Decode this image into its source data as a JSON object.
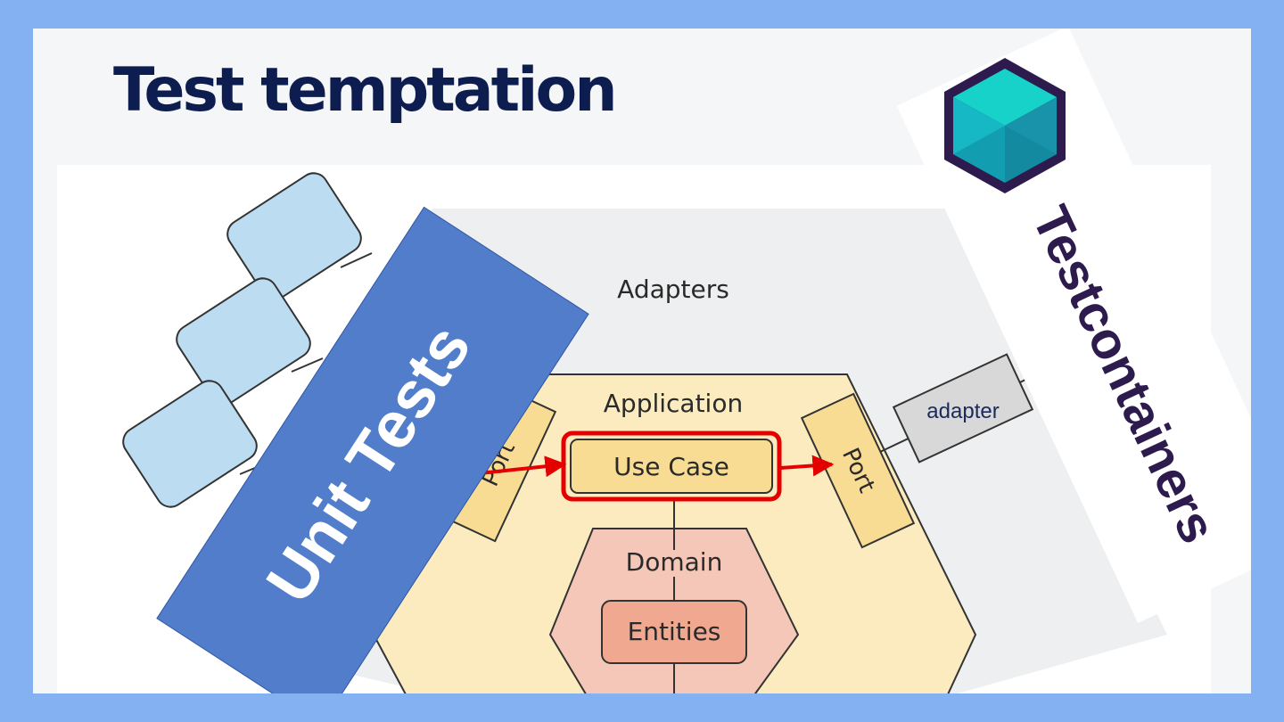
{
  "slide": {
    "title": "Test temptation"
  },
  "diagram": {
    "adapters_label": "Adapters",
    "application_label": "Application",
    "domain_label": "Domain",
    "entities_label": "Entities",
    "use_case_label": "Use Case",
    "left_port_label": "Port",
    "right_port_label": "Port",
    "adapter_label": "adapter",
    "unit_tests_label": "Unit Tests",
    "testcontainers_label": "Testcontainers",
    "logo_icon": "testcontainers-cube-icon"
  },
  "colors": {
    "frame": "#83b1f1",
    "slide_bg": "#f5f6f8",
    "title": "#0d1d4f",
    "adapters_bg": "#eeeff0",
    "application_fill": "#fcebbf",
    "port_fill": "#f8dc94",
    "domain_fill": "#f5c7b8",
    "entities_fill": "#f1a890",
    "client_fill": "#bcdcf1",
    "adapter_fill": "#d8d8d8",
    "unit_tests_banner": "#517dcb",
    "highlight": "#e40000",
    "testcontainers_text": "#2d1b4e"
  }
}
